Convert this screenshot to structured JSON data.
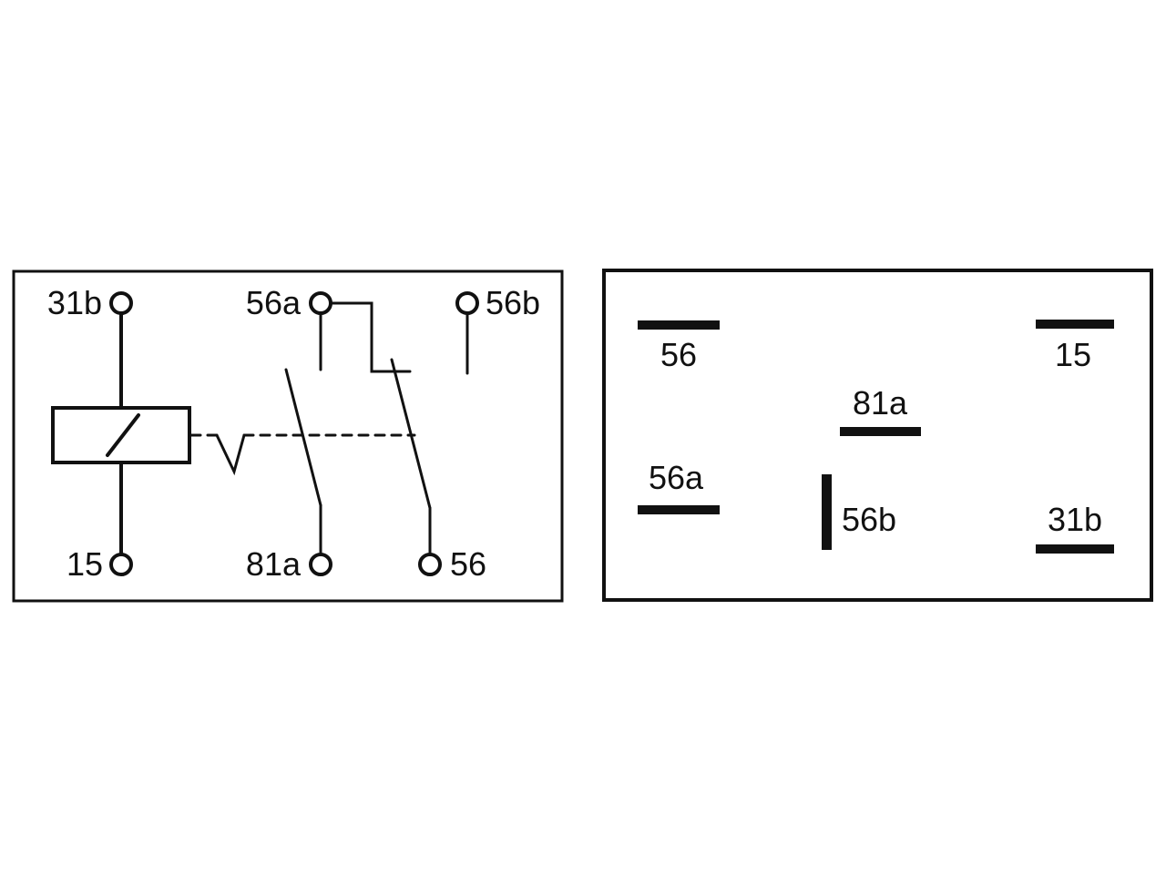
{
  "colors": {
    "ink": "#111111",
    "background": "#ffffff"
  },
  "schematic": {
    "terminals": {
      "t31b": "31b",
      "t56a": "56a",
      "t56b": "56b",
      "t15": "15",
      "t81a": "81a",
      "t56": "56"
    }
  },
  "pin_layout": {
    "pins": {
      "p56": "56",
      "p15": "15",
      "p81a": "81a",
      "p56a": "56a",
      "p56b": "56b",
      "p31b": "31b"
    }
  }
}
